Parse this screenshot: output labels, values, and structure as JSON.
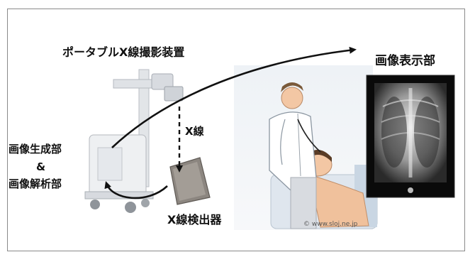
{
  "labels": {
    "device": "ポータブルX線撮影装置",
    "display": "画像表示部",
    "generation": "画像生成部",
    "ampersand": "&",
    "analysis": "画像解析部",
    "xray": "X線",
    "detector": "X線検出器"
  },
  "watermark": "© www.sloj.ne.jp",
  "icons": [
    "portable-xray-machine",
    "flat-panel-detector",
    "doctor-patient-illustration",
    "chest-xray-monitor"
  ]
}
